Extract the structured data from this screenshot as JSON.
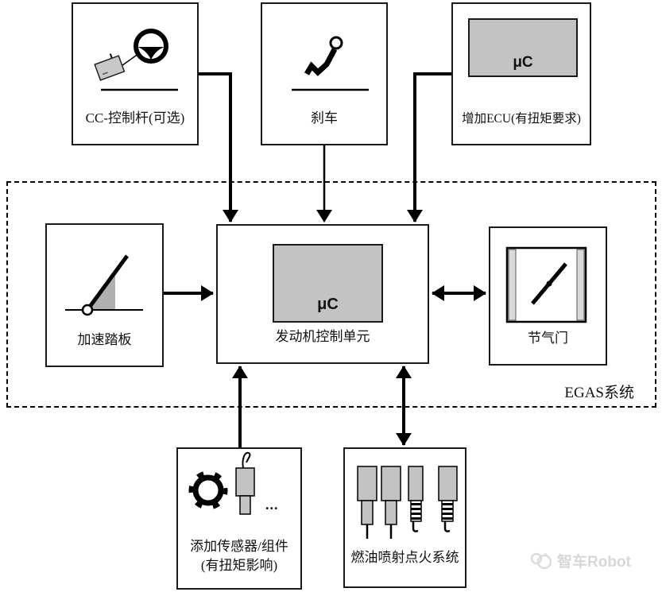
{
  "diagram": {
    "boundary_label": "EGAS系统",
    "nodes": {
      "cc_lever": {
        "label": "CC-控制杆(可选)"
      },
      "brake": {
        "label": "刹车"
      },
      "add_ecu": {
        "label": "增加ECU(有扭矩要求)",
        "chip": "μC"
      },
      "accel_pedal": {
        "label": "加速踏板"
      },
      "engine_control_unit": {
        "label": "发动机控制单元",
        "chip": "μC"
      },
      "throttle": {
        "label": "节气门"
      },
      "added_sensors": {
        "label_line1": "添加传感器/组件",
        "label_line2": "(有扭矩影响)",
        "ellipsis": "..."
      },
      "fuel_injection": {
        "label": "燃油喷射点火系统"
      }
    }
  },
  "watermark": {
    "text": "智车Robot"
  },
  "colors": {
    "chip_fill": "#c3c3c3",
    "icon_gray": "#b0b0b0",
    "throttle_bar_gray": "#d9d9d9",
    "line_black": "#000000",
    "watermark_gray": "#d7d7d7"
  }
}
